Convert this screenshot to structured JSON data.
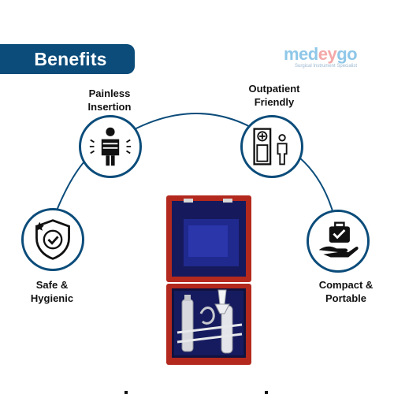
{
  "header": {
    "title": "Benefits"
  },
  "logo": {
    "part1": "med",
    "part2": "ey",
    "part3": "go",
    "tagline": "Surgical Instrument Specialist"
  },
  "benefits": [
    {
      "id": "painless",
      "line1": "Painless",
      "line2": "Insertion",
      "icon": "patient-icon"
    },
    {
      "id": "outpatient",
      "line1": "Outpatient",
      "line2": "Friendly",
      "icon": "clinic-door-icon"
    },
    {
      "id": "safe",
      "line1": "Safe &",
      "line2": "Hygienic",
      "icon": "shield-check-icon"
    },
    {
      "id": "compact",
      "line1": "Compact &",
      "line2": "Portable",
      "icon": "hand-briefcase-icon"
    }
  ],
  "colors": {
    "brand_navy": "#0b4c7a",
    "box_red": "#b3291d",
    "box_lining": "#1a1f6e"
  }
}
